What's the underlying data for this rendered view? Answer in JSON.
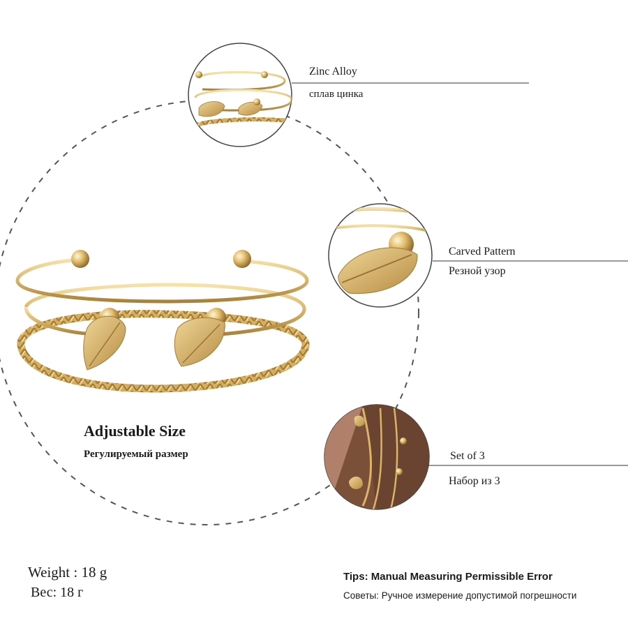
{
  "callouts": {
    "material": {
      "en": "Zinc Alloy",
      "ru": "сплав цинка"
    },
    "pattern": {
      "en": "Carved Pattern",
      "ru": "Резной узор"
    },
    "set": {
      "en": "Set of 3",
      "ru": "Набор из 3"
    }
  },
  "size": {
    "en": "Adjustable Size",
    "ru": "Регулируемый размер"
  },
  "weight": {
    "en": "Weight : 18 g",
    "ru": "Вес: 18 г"
  },
  "tips": {
    "en": "Tips: Manual Measuring Permissible Error",
    "ru": "Советы: Ручное измерение допустимой погрешности"
  },
  "colors": {
    "gold": "#d9b469",
    "gold_dark": "#a9823a",
    "gold_light": "#f3dca0",
    "skin": "#8a5e46"
  }
}
